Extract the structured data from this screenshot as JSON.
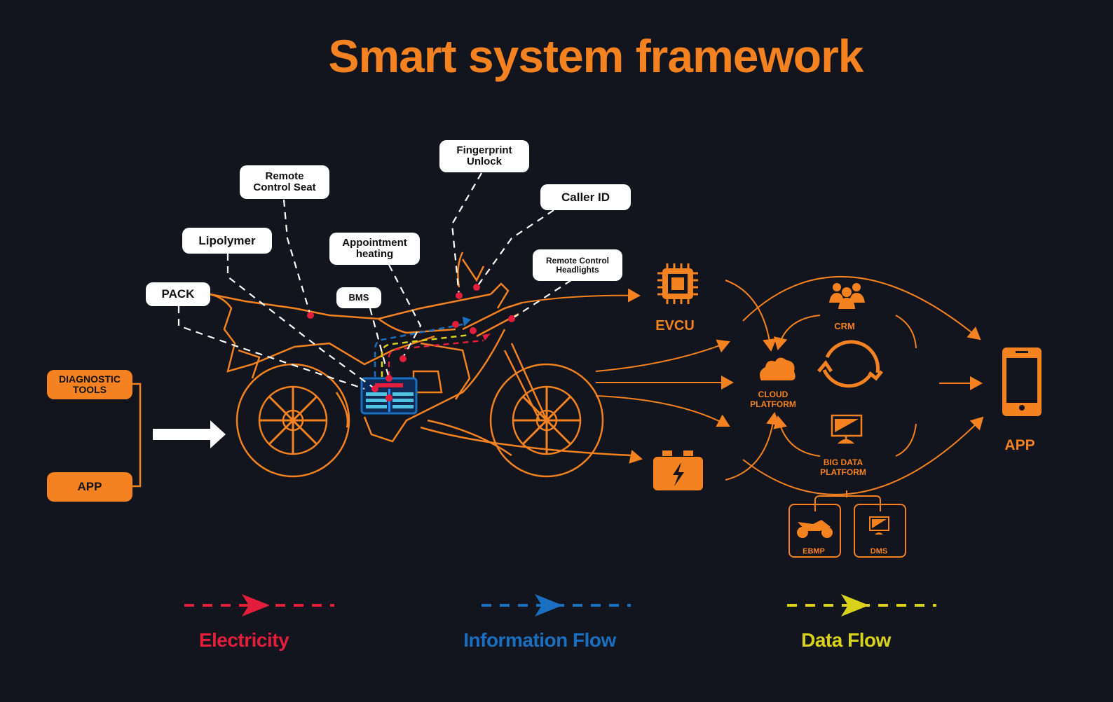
{
  "title": "Smart system framework",
  "callouts": {
    "remote_control_seat": "Remote Control Seat",
    "fingerprint_unlock": "Fingerprint Unlock",
    "caller_id": "Caller ID",
    "lipolymer": "Lipolymer",
    "appointment_heating": "Appointment heating",
    "bms": "BMS",
    "remote_control_headlights": "Remote Control Headlights",
    "pack": "PACK"
  },
  "inputs": {
    "diagnostic_tools": "DIAGNOSTIC TOOLS",
    "app": "APP"
  },
  "components": {
    "evcu": "EVCU",
    "cloud_platform": "CLOUD PLATFORM",
    "crm": "CRM",
    "big_data_platform": "BIG DATA PLATFORM",
    "ebmp": "EBMP",
    "dms": "DMS",
    "app": "APP"
  },
  "legend": [
    {
      "label": "Electricity",
      "color": "#e31e3c"
    },
    {
      "label": "Information Flow",
      "color": "#1a6fc0"
    },
    {
      "label": "Data Flow",
      "color": "#d8d21a"
    }
  ],
  "colors": {
    "accent": "#f58220",
    "background": "#12151e"
  }
}
